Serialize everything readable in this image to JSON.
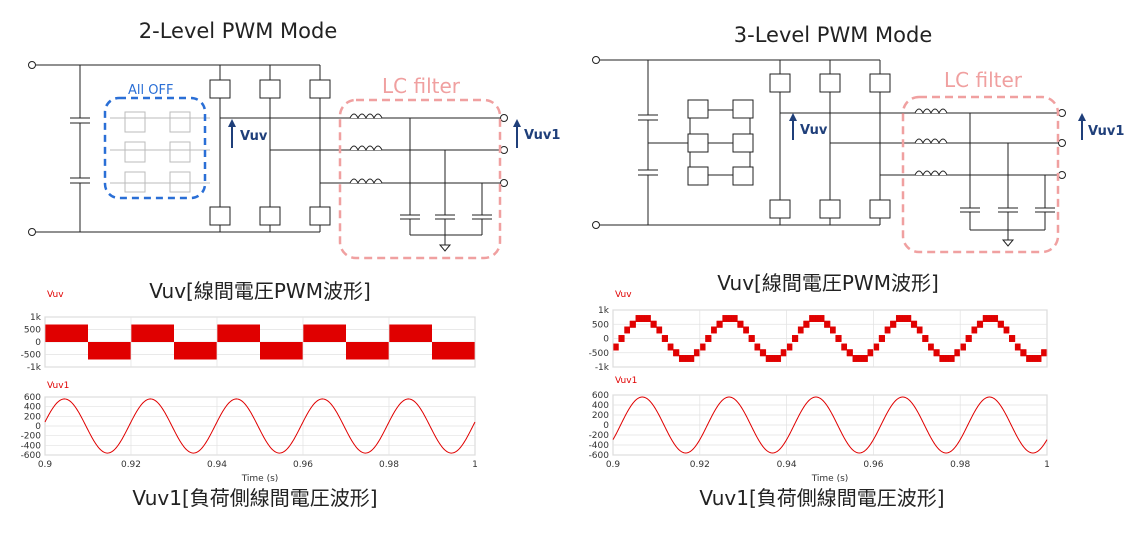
{
  "left": {
    "title": "2-Level PWM Mode",
    "all_off_label": "All OFF",
    "lc_filter_label": "LC filter",
    "vuv_label": "Vuv",
    "vuv1_label": "Vuv1",
    "pwm_caption": "Vuv[線間電圧PWM波形]",
    "sine_caption": "Vuv1[負荷側線間電圧波形]",
    "plot1_signal": "Vuv",
    "plot2_signal": "Vuv1",
    "plot1_yticks": [
      "1k",
      "500",
      "0",
      "-500",
      "-1k"
    ],
    "plot2_yticks": [
      "600",
      "400",
      "200",
      "0",
      "-200",
      "-400",
      "-600"
    ],
    "xticks": [
      "0.9",
      "0.92",
      "0.94",
      "0.96",
      "0.98",
      "1"
    ],
    "xlabel": "Time (s)"
  },
  "right": {
    "title": "3-Level PWM Mode",
    "lc_filter_label": "LC filter",
    "vuv_label": "Vuv",
    "vuv1_label": "Vuv1",
    "pwm_caption": "Vuv[線間電圧PWM波形]",
    "sine_caption": "Vuv1[負荷側線間電圧波形]",
    "plot1_signal": "Vuv",
    "plot2_signal": "Vuv1",
    "plot1_yticks": [
      "1k",
      "500",
      "0",
      "-500",
      "-1k"
    ],
    "plot2_yticks": [
      "600",
      "400",
      "200",
      "0",
      "-200",
      "-400",
      "-600"
    ],
    "xticks": [
      "0.9",
      "0.92",
      "0.94",
      "0.96",
      "0.98",
      "1"
    ],
    "xlabel": "Time (s)"
  },
  "chart_data": [
    {
      "type": "line",
      "name_signal": "Vuv",
      "mode": "2-level",
      "x_range": [
        0.9,
        1.0
      ],
      "ylim": [
        -1000,
        1000
      ],
      "frequency_hz": 50,
      "levels": [
        -700,
        700
      ],
      "color": "#e00000",
      "grid": true
    },
    {
      "type": "line",
      "name_signal": "Vuv1",
      "mode": "2-level",
      "x_range": [
        0.9,
        1.0
      ],
      "ylim": [
        -600,
        600
      ],
      "amplitude": 560,
      "frequency_hz": 50,
      "color": "#e00000",
      "grid": true
    },
    {
      "type": "line",
      "name_signal": "Vuv",
      "mode": "3-level",
      "x_range": [
        0.9,
        1.0
      ],
      "ylim": [
        -1000,
        1000
      ],
      "frequency_hz": 50,
      "levels": [
        -700,
        -500,
        -300,
        0,
        300,
        500,
        700
      ],
      "color": "#e00000",
      "grid": true
    },
    {
      "type": "line",
      "name_signal": "Vuv1",
      "mode": "3-level",
      "x_range": [
        0.9,
        1.0
      ],
      "ylim": [
        -600,
        600
      ],
      "amplitude": 560,
      "frequency_hz": 50,
      "color": "#e00000",
      "grid": true
    }
  ],
  "colors": {
    "signal": "#e00000",
    "blue_box": "#2a6fd6",
    "pink_box": "#f0a0a0",
    "arrow": "#1f3f7a"
  }
}
